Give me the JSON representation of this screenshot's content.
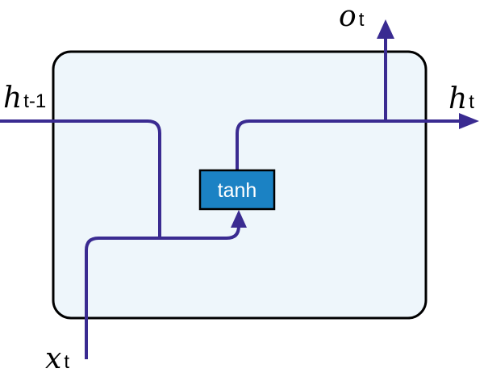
{
  "diagram": {
    "labels": {
      "h_prev": {
        "main": "h",
        "sub": "t-1"
      },
      "x_in": {
        "main": "x",
        "sub": "t"
      },
      "h_out": {
        "main": "h",
        "sub": "t"
      },
      "o_out": {
        "main": "o",
        "sub": "t"
      }
    },
    "gate": {
      "label": "tanh"
    },
    "colors": {
      "line": "#3a2b91",
      "cell_fill": "#eef6fb",
      "cell_border": "#000000",
      "gate_fill": "#1b82c4",
      "gate_border": "#000000",
      "gate_text": "#ffffff",
      "label_text": "#000000"
    }
  }
}
